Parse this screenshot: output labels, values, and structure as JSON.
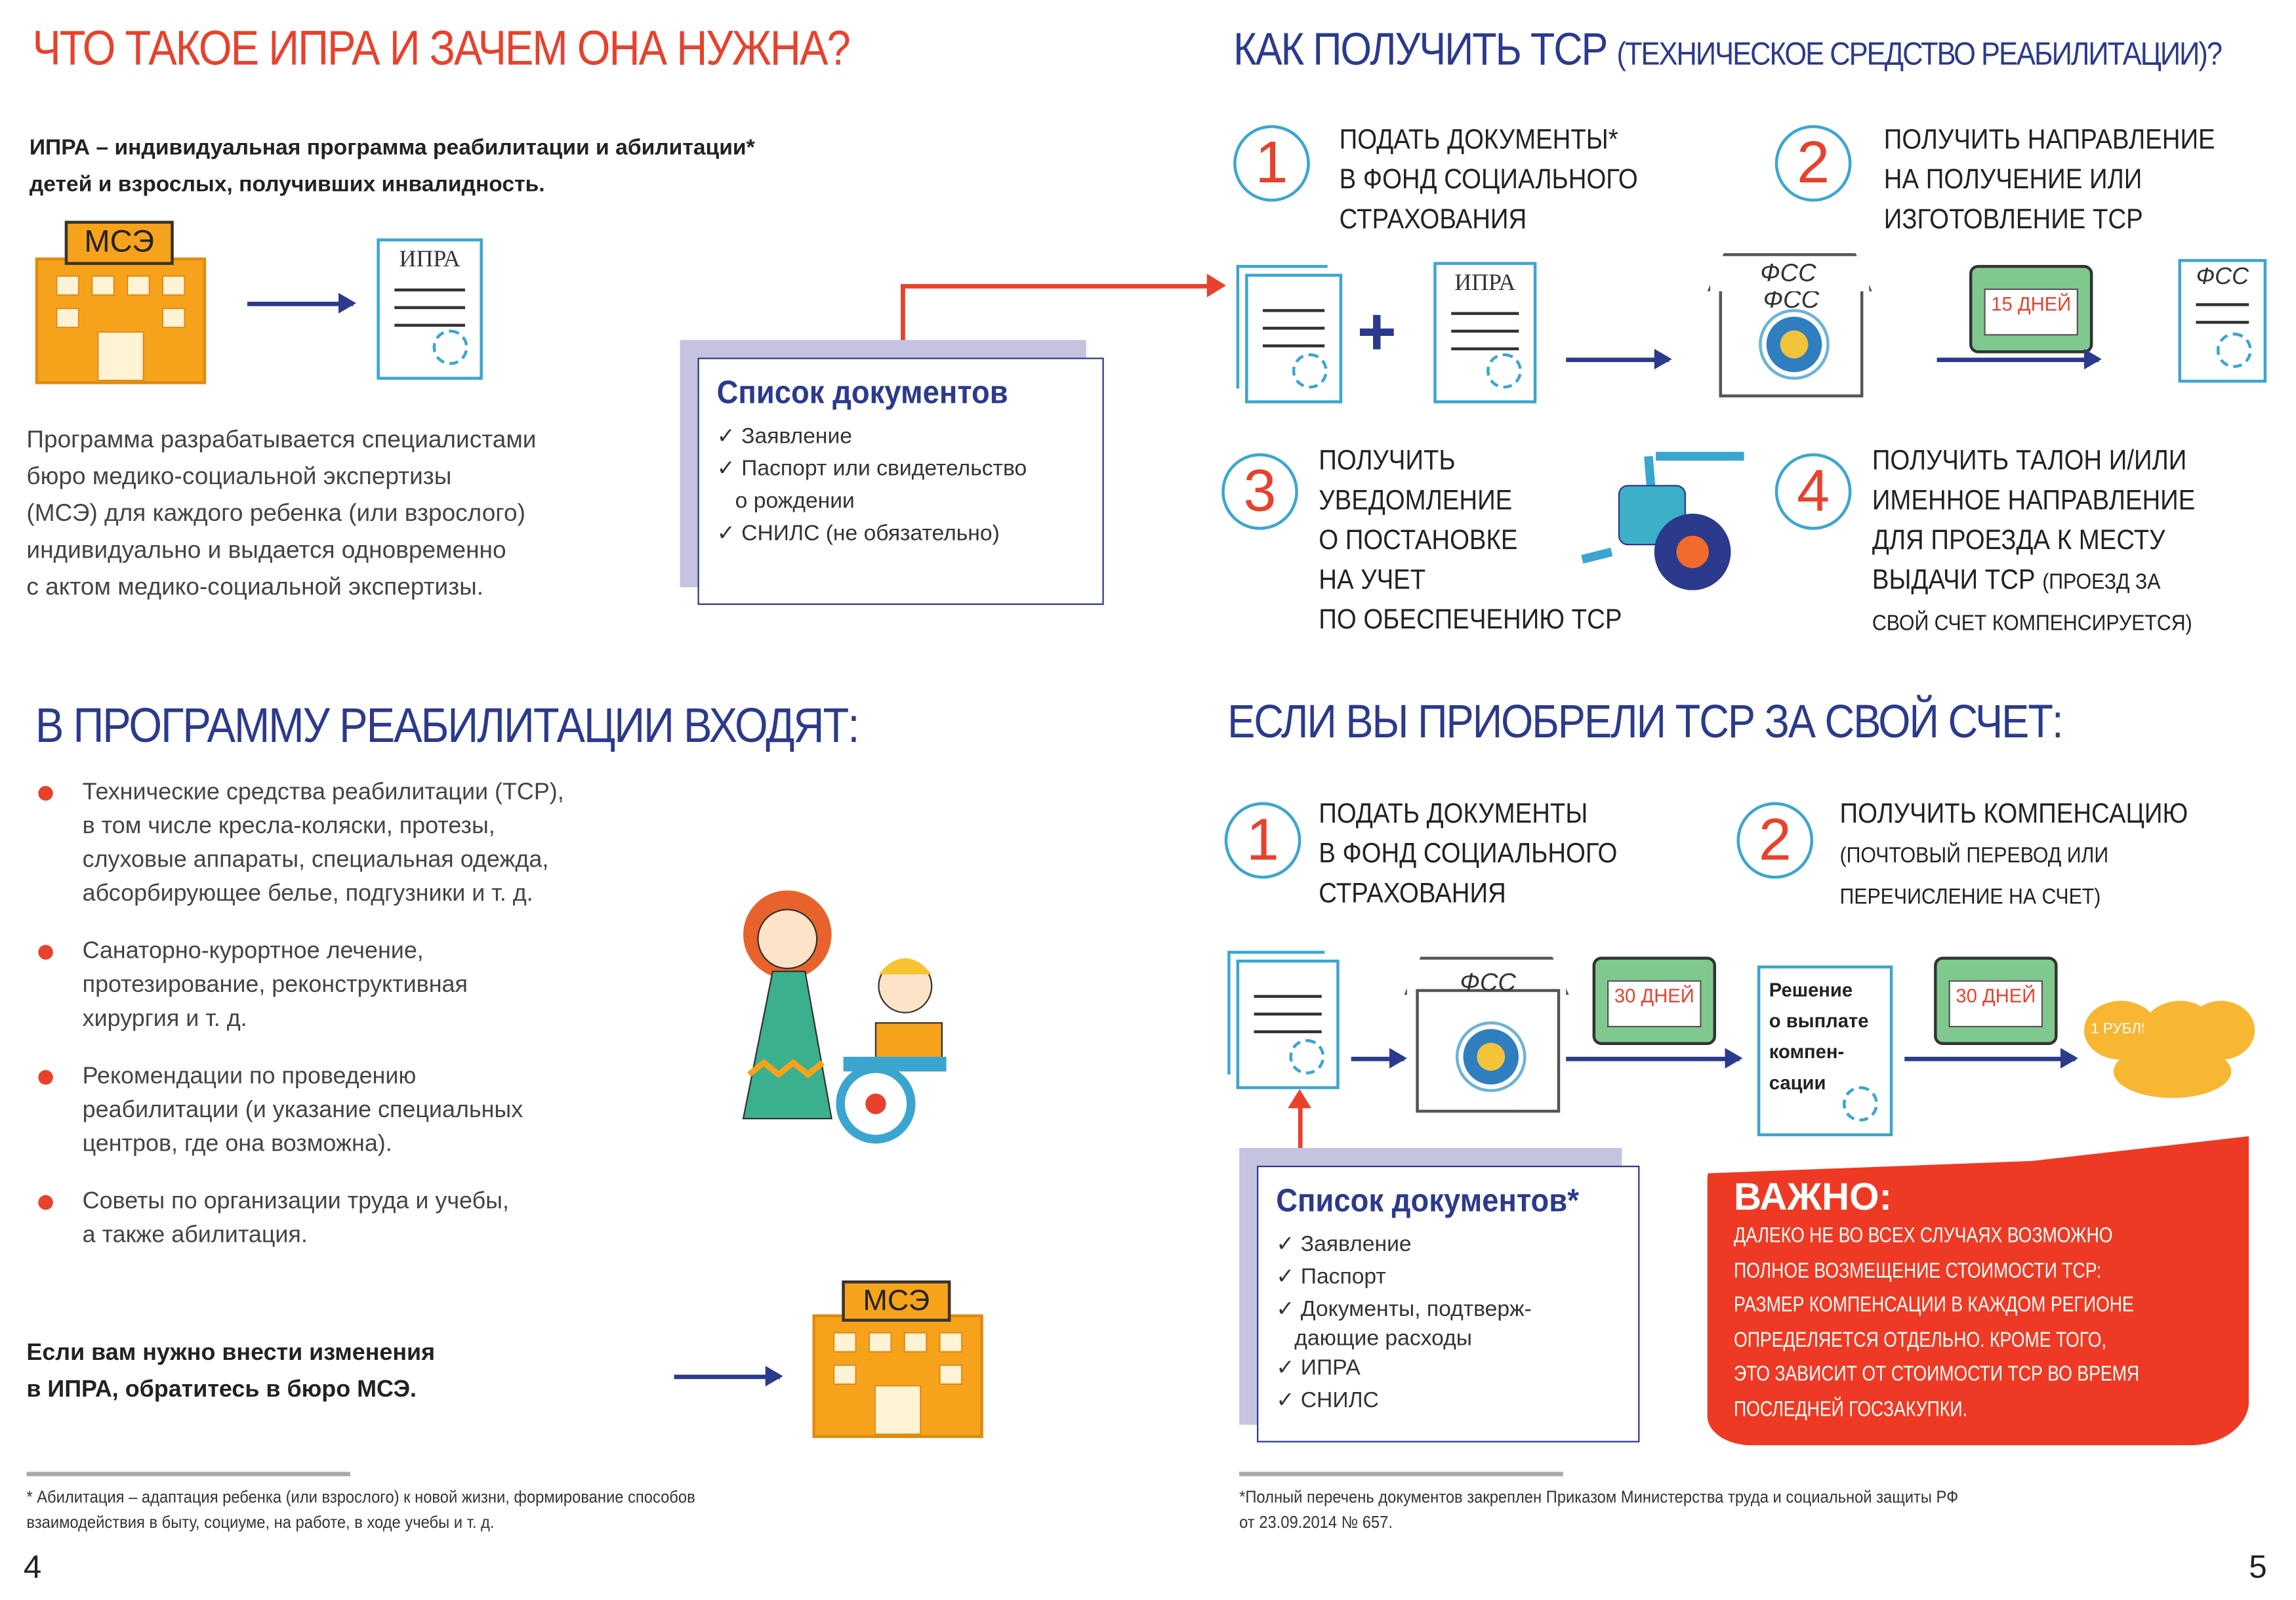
{
  "left": {
    "title": "ЧТО ТАКОЕ ИПРА И ЗАЧЕМ ОНА НУЖНА?",
    "intro_line1": "ИПРА – индивидуальная программа реабилитации и абилитации*",
    "intro_line2": "детей и взрослых, получивших инвалидность.",
    "mse_label": "МСЭ",
    "ipra_label": "ИПРА",
    "program_text": [
      "Программа разрабатывается специалистами",
      "бюро медико-социальной экспертизы",
      "(МСЭ) для каждого ребенка (или взрослого)",
      "индивидуально и выдается одновременно",
      "с актом медико-социальной экспертизы."
    ],
    "doc_list": {
      "title": "Список документов",
      "items": [
        "✓ Заявление",
        "✓ Паспорт или свидетельство",
        "   о рождении",
        "✓ СНИЛС (не обязательно)"
      ]
    },
    "section2_title": "В ПРОГРАММУ РЕАБИЛИТАЦИИ ВХОДЯТ:",
    "bullets": [
      [
        "Технические средства реабилитации (ТСР),",
        "в том числе кресла-коляски, протезы,",
        "слуховые аппараты, специальная одежда,",
        "абсорбирующее белье, подгузники и т. д."
      ],
      [
        "Санаторно-курортное лечение,",
        "протезирование, реконструктивная",
        "хирургия и т. д."
      ],
      [
        "Рекомендации по проведению",
        "реабилитации (и указание специальных",
        "центров, где она возможна)."
      ],
      [
        "Советы по организации труда и учебы,",
        "а также абилитация."
      ]
    ],
    "change_line1": "Если вам нужно внести изменения",
    "change_line2": "в ИПРА, обратитесь в бюро МСЭ.",
    "footnote_line1": "* Абилитация – адаптация ребенка (или взрослого) к новой жизни, формирование способов",
    "footnote_line2": "взаимодействия в быту, социуме, на работе, в ходе учебы и т. д.",
    "page_number": "4"
  },
  "right": {
    "title": "КАК ПОЛУЧИТЬ ТСР",
    "title_note": "(ТЕХНИЧЕСКОЕ СРЕДСТВО РЕАБИЛИТАЦИИ)?",
    "steps": [
      {
        "n": "1",
        "lines": [
          "ПОДАТЬ ДОКУМЕНТЫ*",
          "В ФОНД СОЦИАЛЬНОГО",
          "СТРАХОВАНИЯ"
        ]
      },
      {
        "n": "2",
        "lines": [
          "ПОЛУЧИТЬ НАПРАВЛЕНИЕ",
          "НА ПОЛУЧЕНИЕ ИЛИ",
          "ИЗГОТОВЛЕНИЕ ТСР"
        ]
      },
      {
        "n": "3",
        "lines": [
          "ПОЛУЧИТЬ",
          "УВЕДОМЛЕНИЕ",
          "О ПОСТАНОВКЕ",
          "НА УЧЕТ",
          "ПО ОБЕСПЕЧЕНИЮ ТСР"
        ]
      },
      {
        "n": "4",
        "lines": [
          "ПОЛУЧИТЬ ТАЛОН И/ИЛИ",
          "ИМЕННОЕ НАПРАВЛЕНИЕ",
          "ДЛЯ ПРОЕЗДА К МЕСТУ",
          "ВЫДАЧИ ТСР"
        ],
        "note1": "(ПРОЕЗД ЗА",
        "note2": "СВОЙ СЧЕТ КОМПЕНСИРУЕТСЯ)"
      }
    ],
    "ipra_label": "ИПРА",
    "fss_label": "ФСС",
    "days15": "15 ДНЕЙ",
    "days30": "30 ДНЕЙ",
    "section2_title": "ЕСЛИ ВЫ ПРИОБРЕЛИ ТСР ЗА СВОЙ СЧЕТ:",
    "steps2": [
      {
        "n": "1",
        "lines": [
          "ПОДАТЬ ДОКУМЕНТЫ",
          "В ФОНД СОЦИАЛЬНОГО",
          "СТРАХОВАНИЯ"
        ]
      },
      {
        "n": "2",
        "lines": [
          "ПОЛУЧИТЬ КОМПЕНСАЦИЮ"
        ],
        "note1": "(ПОЧТОВЫЙ ПЕРЕВОД ИЛИ",
        "note2": "ПЕРЕЧИСЛЕНИЕ НА СЧЕТ)"
      }
    ],
    "decision": [
      "Решение",
      "о выплате",
      "компен-",
      "сации"
    ],
    "coin_label": "1 РУБЛЬ",
    "doc_list": {
      "title": "Список документов*",
      "items": [
        "✓ Заявление",
        "✓ Паспорт",
        "✓ Документы, подтверж-",
        "   дающие расходы",
        "✓ ИПРА",
        "✓ СНИЛС"
      ]
    },
    "important": {
      "title": "ВАЖНО:",
      "lines": [
        "ДАЛЕКО НЕ ВО ВСЕХ СЛУЧАЯХ ВОЗМОЖНО",
        "ПОЛНОЕ ВОЗМЕЩЕНИЕ СТОИМОСТИ ТСР:",
        "РАЗМЕР КОМПЕНСАЦИИ В КАЖДОМ РЕГИОНЕ",
        "ОПРЕДЕЛЯЕТСЯ ОТДЕЛЬНО. КРОМЕ ТОГО,",
        "ЭТО ЗАВИСИТ ОТ СТОИМОСТИ ТСР ВО ВРЕМЯ",
        "ПОСЛЕДНЕЙ ГОСЗАКУПКИ."
      ]
    },
    "footnote_line1": "*Полный перечень документов закреплен Приказом Министерства труда и социальной защиты РФ",
    "footnote_line2": "от 23.09.2014 № 657.",
    "page_number": "5"
  },
  "colors": {
    "red": "#e8412c",
    "navy": "#2b3a8c",
    "orange": "#f7a21b",
    "teal": "#3aa6d0"
  }
}
